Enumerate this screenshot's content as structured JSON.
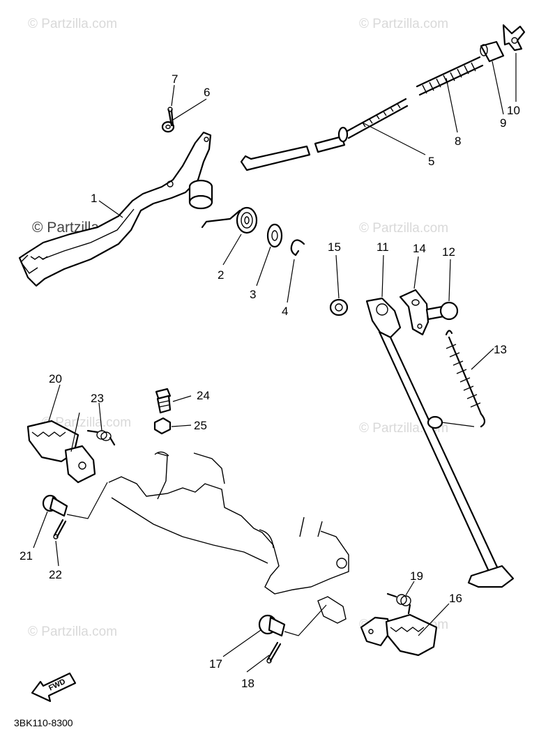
{
  "watermark": "© Partzilla.com",
  "diagram_code": "3BK110-8300",
  "fwd_label": "FWD",
  "callouts": [
    "1",
    "2",
    "3",
    "4",
    "5",
    "6",
    "7",
    "8",
    "9",
    "10",
    "11",
    "12",
    "13",
    "14",
    "15",
    "16",
    "17",
    "18",
    "19",
    "20",
    "21",
    "22",
    "23",
    "24",
    "25"
  ]
}
